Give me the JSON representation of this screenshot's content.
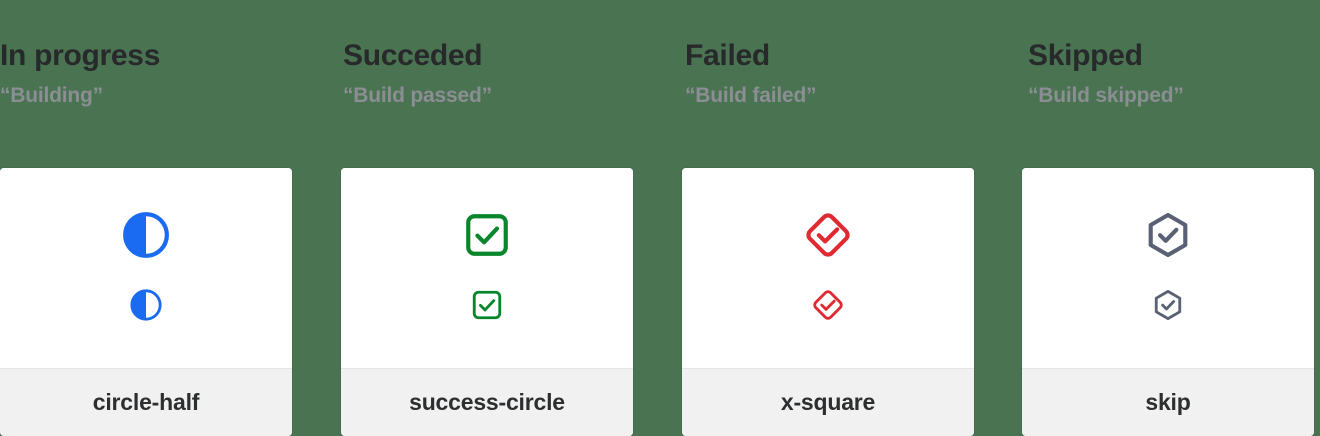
{
  "background_color": "#4a7352",
  "columns": [
    {
      "title": "In progress",
      "subtitle": "“Building”",
      "icon_name": "circle-half-icon",
      "icon_label": "circle-half",
      "color": "#1a6bf2"
    },
    {
      "title": "Succeded",
      "subtitle": "“Build passed”",
      "icon_name": "success-circle-icon",
      "icon_label": "success-circle",
      "color": "#09862c"
    },
    {
      "title": "Failed",
      "subtitle": "“Build failed”",
      "icon_name": "x-square-icon",
      "icon_label": "x-square",
      "color": "#e02a32"
    },
    {
      "title": "Skipped",
      "subtitle": "“Build skipped”",
      "icon_name": "skip-icon",
      "icon_label": "skip",
      "color": "#5a6175"
    }
  ],
  "palette": {
    "title_color": "#27292b",
    "subtitle_color": "#8b8e93",
    "card_background": "#ffffff",
    "footer_background": "#f1f1f1",
    "label_color": "#2c2e30"
  }
}
